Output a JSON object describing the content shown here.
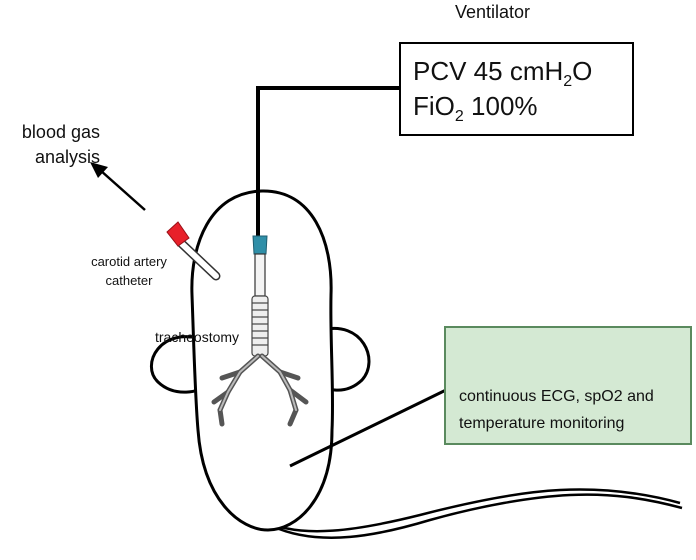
{
  "ventilator": {
    "title": "Ventilator",
    "mode_prefix": "PCV 45 cmH",
    "mode_sub": "2",
    "mode_suffix": "O",
    "fio2_prefix": "FiO",
    "fio2_sub": "2",
    "fio2_suffix": " 100%"
  },
  "labels": {
    "blood_gas_line1": "blood gas",
    "blood_gas_line2": "analysis",
    "carotid_line1": "carotid artery",
    "carotid_line2": "catheter",
    "tracheostomy": "tracheostomy"
  },
  "monitor": {
    "line1": "continuous ECG, spO2 and",
    "line2": "temperature monitoring"
  },
  "colors": {
    "catheter_tip": "#e8202a",
    "tube_tip": "#2f8fa8",
    "monitor_fill": "#d4e9d3",
    "monitor_border": "#5a8a5e",
    "ecg_trace": "#8a8a8a"
  }
}
